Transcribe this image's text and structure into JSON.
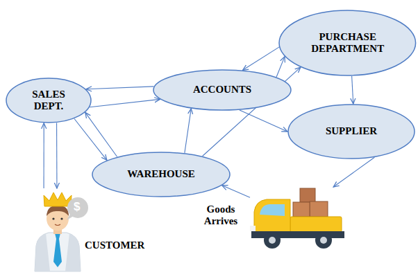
{
  "diagram": {
    "nodes": [
      {
        "text": [
          "SALES DEPT."
        ]
      },
      {
        "text": [
          "ACCOUNTS"
        ]
      },
      {
        "text": [
          "PURCHASE DEPARTMENT"
        ]
      },
      {
        "text": [
          "SUPPLIER"
        ]
      },
      {
        "text": [
          "WAREHOUSE"
        ]
      },
      {
        "text": [
          "CUSTOMER"
        ]
      },
      {
        "text": [
          "Goods Arrives"
        ]
      }
    ],
    "edges": [
      {
        "from": 1,
        "to": 0,
        "arrow": "to"
      },
      {
        "from": 0,
        "to": 1,
        "arrow": "to"
      },
      {
        "from": 2,
        "to": 1,
        "arrow": "to"
      },
      {
        "from": 1,
        "to": 2,
        "arrow": "to"
      },
      {
        "from": 2,
        "to": 3,
        "arrow": "to"
      },
      {
        "from": 1,
        "to": 3,
        "arrow": "to"
      },
      {
        "from": 3,
        "to": 6,
        "arrow": "to"
      },
      {
        "from": 6,
        "to": 4,
        "arrow": "to"
      },
      {
        "from": 4,
        "to": 1,
        "arrow": "to"
      },
      {
        "from": 4,
        "to": 2,
        "arrow": "to"
      },
      {
        "from": 0,
        "to": 4,
        "arrow": "to"
      },
      {
        "from": 4,
        "to": 0,
        "arrow": "to"
      },
      {
        "from": 5,
        "to": 0,
        "arrow": "to"
      },
      {
        "from": 0,
        "to": 5,
        "arrow": "to"
      }
    ],
    "labels": [
      "$"
    ]
  }
}
